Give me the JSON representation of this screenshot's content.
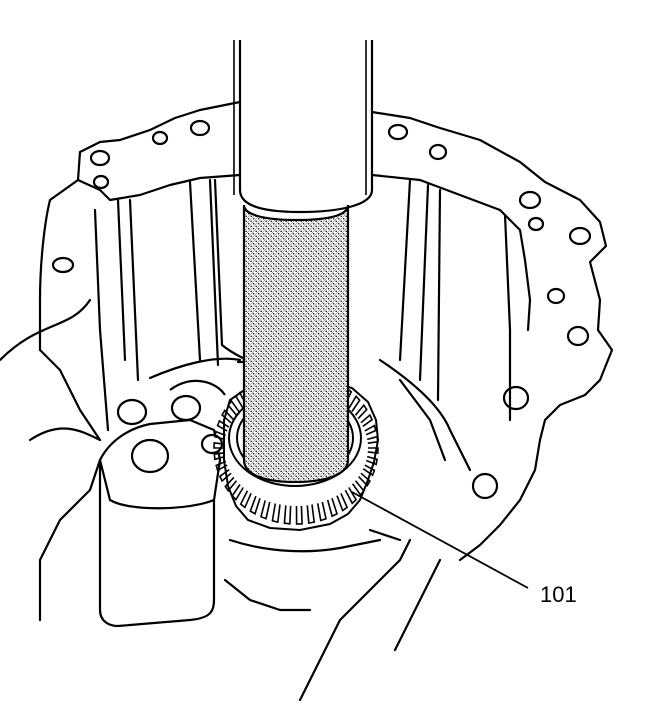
{
  "diagram": {
    "callouts": [
      {
        "id": "101",
        "label": "101"
      }
    ]
  },
  "colors": {
    "line": "#000000",
    "background": "#ffffff",
    "hatch": "#000000"
  },
  "icons": {
    "tool": "tool-shaft",
    "gear": "spur-gear",
    "housing": "transmission-case"
  }
}
